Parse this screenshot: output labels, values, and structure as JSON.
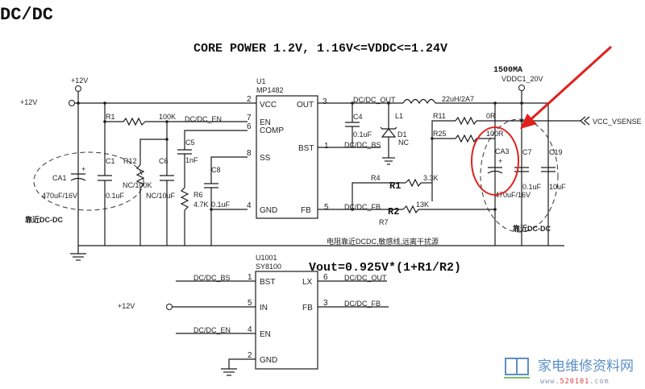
{
  "title": "DC/DC",
  "subtitle": "CORE POWER 1.2V, 1.16V<=VDDC<=1.24V",
  "formula": "Vout=0.925V*(1+R1/R2)",
  "current_note": "1500MA",
  "net_vddc": "VDDC1_20V",
  "net_vsense": "VCC_VSENSE",
  "net_12v": "+12V",
  "near_dcdc": "靠近DC-DC",
  "routing_note": "电阻靠近DCDC,敏感线,远离干扰源",
  "u1": {
    "ref": "U1",
    "part": "MP1482",
    "pins": [
      {
        "num": "2",
        "name": "VCC"
      },
      {
        "num": "7",
        "name": "EN"
      },
      {
        "num": "6",
        "name": "COMP"
      },
      {
        "num": "8",
        "name": "SS"
      },
      {
        "num": "4",
        "name": "GND"
      },
      {
        "num": "3",
        "name": "OUT"
      },
      {
        "num": "1",
        "name": "BST"
      },
      {
        "num": "5",
        "name": "FB"
      }
    ]
  },
  "u1001": {
    "ref": "U1001",
    "part": "SY8100",
    "pins": [
      {
        "num": "1",
        "name": "BST",
        "net": "DC/DC_BS"
      },
      {
        "num": "5",
        "name": "IN",
        "net": "+12V"
      },
      {
        "num": "4",
        "name": "EN",
        "net": "DC/DC_EN"
      },
      {
        "num": "2",
        "name": "GND",
        "net": ""
      },
      {
        "num": "6",
        "name": "LX",
        "net": "DC/DC_OUT"
      },
      {
        "num": "3",
        "name": "FB",
        "net": "DC/DC_FB"
      }
    ]
  },
  "nets": {
    "en": "DC/DC_EN",
    "out": "DC/DC_OUT",
    "bs": "DC/DC_BS",
    "fb": "DC/DC_FB"
  },
  "components": {
    "CA1": {
      "ref": "CA1",
      "value": "470uF/16V"
    },
    "C1": {
      "ref": "C1",
      "value": "0.1uF"
    },
    "R12": {
      "ref": "R12",
      "value": "NC/100K"
    },
    "C6": {
      "ref": "C6",
      "value": "NC/10uF"
    },
    "R1": {
      "ref": "R1",
      "value": "100K"
    },
    "C5": {
      "ref": "C5",
      "value": "1nF"
    },
    "R6": {
      "ref": "R6",
      "value": "4.7K"
    },
    "C8": {
      "ref": "C8",
      "value": "0.1uF"
    },
    "C4": {
      "ref": "C4",
      "value": "0.1uF"
    },
    "L1": {
      "ref": "L1",
      "value": "22uH/2A7"
    },
    "D1": {
      "ref": "D1",
      "value": "NC"
    },
    "R11": {
      "ref": "R11",
      "value": "0R"
    },
    "R25": {
      "ref": "R25",
      "value": "100R"
    },
    "R4": {
      "ref": "R4",
      "value": "3.3K",
      "alias": "R1"
    },
    "R7": {
      "ref": "R7",
      "value": "13K",
      "alias": "R2"
    },
    "CA3": {
      "ref": "CA3",
      "value": "470uF/16V"
    },
    "C7": {
      "ref": "C7",
      "value": "0.1uF"
    },
    "C19": {
      "ref": "C19",
      "value": "10uF"
    }
  },
  "watermark": {
    "cn": "家电维修资料网",
    "url_prefix": "www.",
    "url_num": "520101",
    "url_suffix": ".com"
  },
  "colors": {
    "annotation_red": "#e0201c",
    "watermark_blue": "#5b8fc6",
    "watermark_red": "#e03a3a",
    "watermark_green": "#7cbf6a"
  }
}
